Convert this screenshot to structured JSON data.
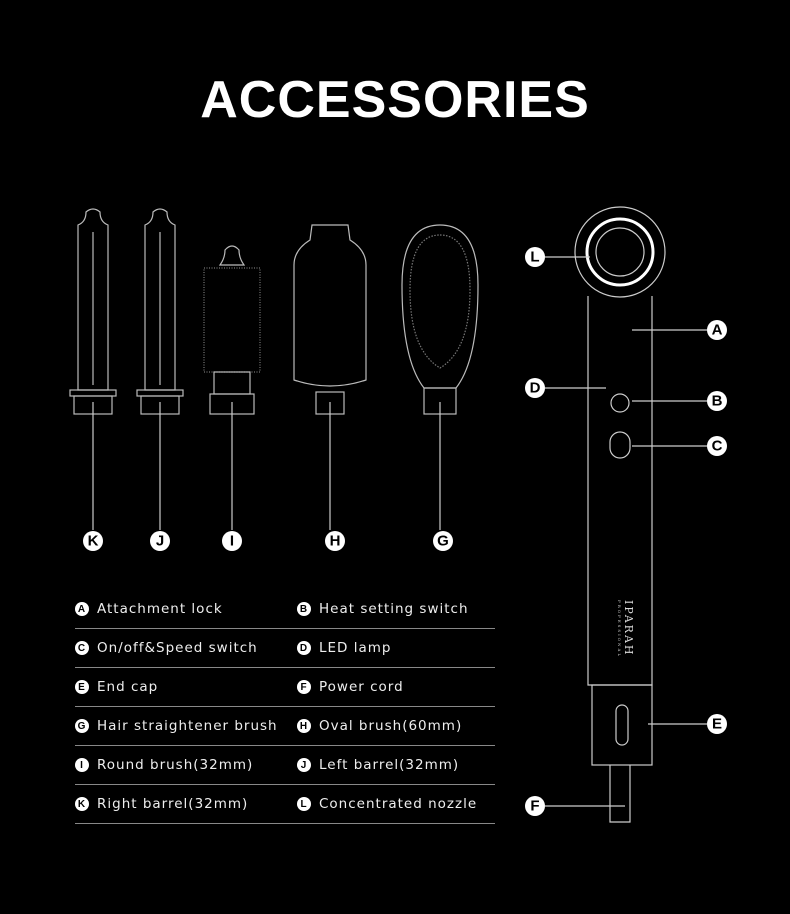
{
  "title": "ACCESSORIES",
  "brand": {
    "name": "IPARAH",
    "sub": "PROFESSIONAL"
  },
  "callouts": {
    "A": "A",
    "B": "B",
    "C": "C",
    "D": "D",
    "E": "E",
    "F": "F",
    "G": "G",
    "H": "H",
    "I": "I",
    "J": "J",
    "K": "K",
    "L": "L"
  },
  "legend": [
    [
      {
        "letter": "A",
        "text": "Attachment lock"
      },
      {
        "letter": "B",
        "text": "Heat setting switch"
      }
    ],
    [
      {
        "letter": "C",
        "text": "On/off&Speed switch"
      },
      {
        "letter": "D",
        "text": "LED lamp"
      }
    ],
    [
      {
        "letter": "E",
        "text": "End cap"
      },
      {
        "letter": "F",
        "text": "Power cord"
      }
    ],
    [
      {
        "letter": "G",
        "text": "Hair straightener brush"
      },
      {
        "letter": "H",
        "text": "Oval brush(60mm)"
      }
    ],
    [
      {
        "letter": "I",
        "text": "Round brush(32mm)"
      },
      {
        "letter": "J",
        "text": "Left barrel(32mm)"
      }
    ],
    [
      {
        "letter": "K",
        "text": "Right barrel(32mm)"
      },
      {
        "letter": "L",
        "text": "Concentrated nozzle"
      }
    ]
  ]
}
